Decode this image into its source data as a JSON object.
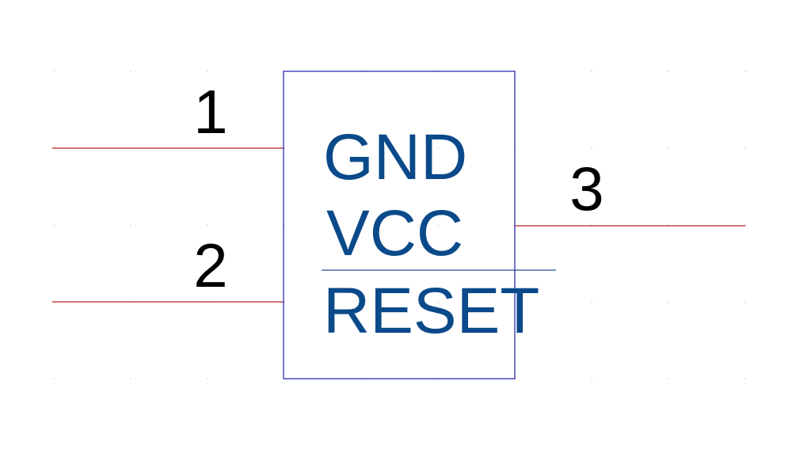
{
  "component": {
    "pins": [
      {
        "number": "1",
        "name": "GND"
      },
      {
        "number": "2",
        "name": "VCC"
      },
      {
        "number": "3",
        "name": "RESET",
        "active_low": true
      }
    ]
  },
  "colors": {
    "pin_line": "#b22222",
    "body_outline": "#1a1ab0",
    "pin_name": "#0b4a8a",
    "pin_number": "#000000",
    "overbar": "#1f4f8f",
    "grid": "#c8c8c8"
  }
}
